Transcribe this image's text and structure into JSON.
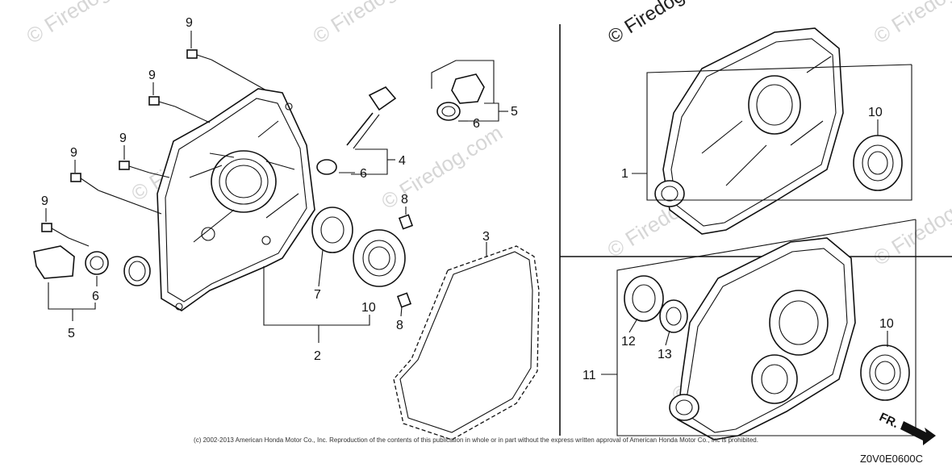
{
  "watermark": "© Firedog.com",
  "labels": {
    "p1": "1",
    "p2": "2",
    "p3": "3",
    "p4": "4",
    "p5a": "5",
    "p5b": "5",
    "p6a": "6",
    "p6b": "6",
    "p6c": "6",
    "p7": "7",
    "p8a": "8",
    "p8b": "8",
    "p9a": "9",
    "p9b": "9",
    "p9c": "9",
    "p9d": "9",
    "p9e": "9",
    "p10a": "10",
    "p10b": "10",
    "p10c": "10",
    "p11": "11",
    "p12": "12",
    "p13": "13"
  },
  "front_marker": "FR.",
  "copyright": "(c) 2002-2013 American Honda Motor Co., Inc. Reproduction of the contents of this publication in whole or in part without the express written approval of American Honda Motor Co., Inc is prohibited.",
  "diagram_code": "Z0V0E0600C"
}
